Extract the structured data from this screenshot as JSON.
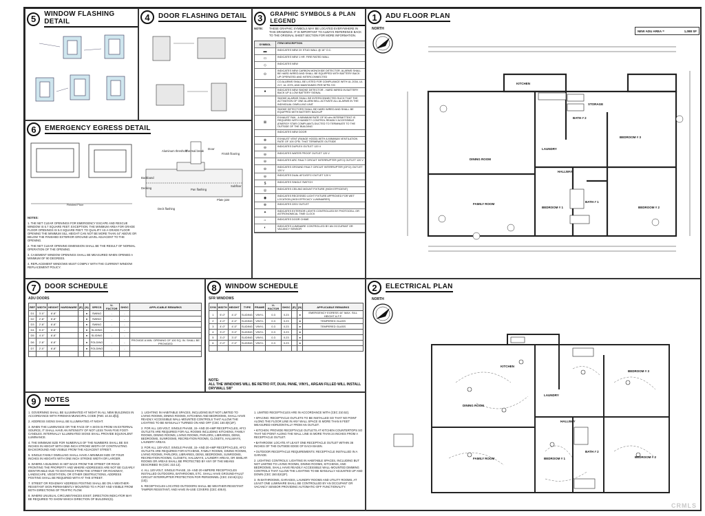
{
  "panels": {
    "p5": {
      "num": "5",
      "title": "WINDOW FLASHING DETAIL"
    },
    "p4": {
      "num": "4",
      "title": "DOOR FLASHING DETAIL"
    },
    "p3": {
      "num": "3",
      "title": "GRAPHIC SYMBOLS & PLAN LEGEND"
    },
    "p1": {
      "num": "1",
      "title": "ADU FLOOR PLAN"
    },
    "p6": {
      "num": "6",
      "title": "EMERGENCY EGRESS DETAIL"
    },
    "p7": {
      "num": "7",
      "title": "DOOR SCHEDULE"
    },
    "p8": {
      "num": "8",
      "title": "WINDOW SCHEDULE"
    },
    "p2": {
      "num": "2",
      "title": "ELECTRICAL PLAN"
    },
    "p9": {
      "num": "9",
      "title": "NOTES"
    }
  },
  "floor_plan": {
    "north": "NORTH",
    "area_label": "NEW ADU AREA =",
    "area_value": "1,088 SF",
    "rooms": {
      "dining": "DINING ROOM",
      "family": "FAMILY ROOM",
      "bed1": "BEDROOM # 1",
      "bed2": "BEDROOM # 2",
      "bed3": "BEDROOM # 3",
      "bath1": "BATH # 1",
      "bath2": "BATH # 2",
      "hallway": "HALLWAY",
      "kitchen": "KITCHEN",
      "storage": "STORAGE",
      "laundry": "LAUNDRY"
    }
  },
  "electrical_plan": {
    "north": "NORTH",
    "rooms": {
      "dining": "DINING ROOM",
      "family": "FAMILY ROOM",
      "bed1": "BEDROOM # 1",
      "bed2": "BEDROOM # 2",
      "bed3": "BEDROOM # 3",
      "kitchen": "KITCHEN",
      "laundry": "LAUNDRY",
      "hallway": "HALLWAY",
      "bath2": "BATH # 2"
    }
  },
  "egress": {
    "aluminum_threshold": "Aluminum threshold",
    "thermal_break": "Thermal break",
    "door": "Door",
    "finish_flooring": "Finish flooring",
    "backband": "Backband",
    "decking": "Decking",
    "pan_flashing": "Pan flashing",
    "subfloor": "Subfloor",
    "deck_flashing": "Deck flashing",
    "plate_joist": "Plate joist",
    "finished_floor": "Finished Floor"
  },
  "legend": {
    "note_label": "NOTE:",
    "note_text": "THESE GRAPHIC SYMBOLS MAY BE LOCATED EVERYWHERE IN THIS DRAWINGS. IT IS IMPORTANT TO ALWAYS REFERENCE BACK TO THE ORIGINAL SHEET SECTION FOR MORE INFORMATION.",
    "col_symbol": "SYMBOL",
    "col_desc": "ITEM DESCRIPTION",
    "items": [
      {
        "sym": "▬",
        "text": "INDICATES NEW 2X STUD WALL @ 16\" O.C."
      },
      {
        "sym": "▭",
        "text": "INDICATES NEW 1 HR. FIRE RATED WALL"
      },
      {
        "sym": "◇",
        "text": "INDICATES NEW"
      },
      {
        "sym": "⊙",
        "text": "INDICATES NEW CARBON MONOXIDE DETECTOR. ALARMS SHALL BE HARD WIRED AND SHALL BE EQUIPPED WITH BATTERY BACK UP OPERATED AND INTERCONNECTED"
      },
      {
        "sym": "",
        "text": "CO ALARMS SHALL BE LISTED FOR COMPLIANCE WITH UL 2034, UL 217, UL 2075, AND MAINTAINED PER NFPA 720"
      },
      {
        "sym": "●",
        "text": "INDICATES NEW SMOKE DETECTOR - HARD WIRED IN BATTERY BACK UP & LOW BATTERY SIGNAL"
      },
      {
        "sym": "",
        "text": "SMOKE ALARMS SHALL BE INTERCONNECTED SUCH THAT THE ACTIVATION OF ONE ALARM WILL ACTIVATE ALL ALARMS IN THE INDIVIDUAL DWELLING UNIT"
      },
      {
        "sym": "",
        "text": "SMOKE DETECTORS SHALL BE HARD WIRED AND SHALL BE EQUIPPED WITH BATTERY BACKUP"
      },
      {
        "sym": "⊠",
        "text": "EXHAUST FAN - A MINIMUM RATE OF 50 cfm INTERMITTENT IS REQUIRED WITH HUMIDITY CONTROL READILY ACCESSIBLE (ENERGY STAR COMPLIANT) DUCTED TO TERMINATE TO THE OUTSIDE OF THE BUILDING"
      },
      {
        "sym": "",
        "text": "INDICATES NEW DOOR"
      },
      {
        "sym": "⊗",
        "text": "EXHAUST VENT (RANGE HOOD) WITH A MINIMUM VENTILATION RATE OF 100 CFM. THAT TERMINATE OUTSIDE"
      },
      {
        "sym": "⊖",
        "text": "INDICATES DUPLEX OUTLET 120 V"
      },
      {
        "sym": "⊖",
        "text": "INDICATES WATER PROOF OUTLET 120 V"
      },
      {
        "sym": "⊖",
        "text": "INDICATES ARC FAULT CIRCUIT INTERRUPTER (AFCI) OUTLET 120 V"
      },
      {
        "sym": "⊖",
        "text": "INDICATES GROUND FAULT CIRCUIT INTERRUPTER (GFCI) OUTLET 120 V"
      },
      {
        "sym": "⊖",
        "text": "INDICATES DUAL AFCI/GFCI OUTLET 120 V"
      },
      {
        "sym": "$",
        "text": "INDICATES SINGLE SWITCH"
      },
      {
        "sym": "◎",
        "text": "INDICATES CEILING MOUNT FIXTURE (HIGH EFFICIENT)"
      },
      {
        "sym": "◉",
        "text": "INDICATES RECESSED LIGHT FIXTURE APPROVED FOR WET LOCATION (HIGH EFFICACY LUMINAIRES)"
      },
      {
        "sym": "⊕",
        "text": "INDICATES 220V OUTLET"
      },
      {
        "sym": "✦",
        "text": "INDICATES EXTERIOR LIGHTS CONTROLLED BY PHOTOCELL OR ASTRONOMICAL TIME CLOCK"
      },
      {
        "sym": "⌂",
        "text": "INDICATES DOOR CHIME"
      },
      {
        "sym": "◐",
        "text": "INDICATES LUMINAIRE CONTROLLED BY AN OCCUPANT OR VACANCY SENSOR"
      }
    ]
  },
  "notes6": {
    "label": "NOTES:",
    "items": [
      "1. THE NET CLEAR OPENINGS FOR EMERGENCY ESCAPE AND RESCUE WINDOW IS 5.7 SQUARE FEET. EXCEPTION: THE MINIMUM AREA FOR GRADE FLOOR OPENINGS IS 5.0 SQUARE FEET. TO QUALIFY AS A GRADE FLOOR OPENING THE MINIMUM SILL HEIGHT CAN NOT BE MORE THAN 44\" ABOVE OR BELOW THE FINISHED EXTERIOR GROUND LEVEL ADJACENT TO THE OPENING.",
      "2. THE NET CLEAR OPENING DIMENSION SHALL BE THE RESULT OF NORMAL OPERATION OF THE OPENING.",
      "3. CASEMENT WINDOW OPENINGS SHALL BE MEASURED WHEN OPENED A MINIMUM OF 90 DEGREES.",
      "4. REPLACEMENT WINDOWS MUST COMPLY WITH THE CURRENT WINDOW REPLACEMENT POLICY."
    ]
  },
  "door_schedule": {
    "subtitle": "ADU DOORS",
    "headers": [
      "REF",
      "WIDTH",
      "HEIGHT",
      "HARDWARE",
      "(E)",
      "(N)",
      "SPECS",
      "U-FACTOR",
      "SHGC",
      "APPLICABLE REMARKS"
    ],
    "group_size": "SIZE",
    "group_new": "NEW / EXISTING",
    "rows": [
      [
        "D1",
        "3'-0\"",
        "6'-8\"",
        "",
        "",
        "●",
        "SWING",
        "-",
        "-",
        ""
      ],
      [
        "D2",
        "2'-8\"",
        "6'-8\"",
        "",
        "",
        "●",
        "SWING",
        "-",
        "-",
        ""
      ],
      [
        "D3",
        "2'-8\"",
        "6'-8\"",
        "",
        "",
        "●",
        "SWING",
        "-",
        "-",
        ""
      ],
      [
        "D4",
        "5'-0\"",
        "6'-8\"",
        "",
        "",
        "●",
        "SLIDING",
        "-",
        "-",
        ""
      ],
      [
        "D5",
        "4'-0\"",
        "6'-8\"",
        "",
        "",
        "●",
        "SLIDING",
        "-",
        "-",
        ""
      ],
      [
        "D6",
        "2'-8\"",
        "6'-8\"",
        "",
        "",
        "●",
        "FOLDING",
        "-",
        "-",
        "PROVIDE A MIN. OPENING OF 100 SQ. IN. SHALL BE PROVIDED"
      ],
      [
        "D7",
        "2'-0\"",
        "6'-8\"",
        "",
        "",
        "●",
        "FOLDING",
        "-",
        "-",
        ""
      ]
    ]
  },
  "window_schedule": {
    "subtitle": "SFR WINDOWS",
    "headers": [
      "SYM",
      "WIDTH",
      "HEIGHT",
      "TYPE",
      "FRAME",
      "U-FACTOR",
      "SHGC",
      "(E)",
      "(N)",
      "APPLICABLE REMARKS"
    ],
    "group_size": "SIZE",
    "group_new": "NEW / EXISTING",
    "rows": [
      [
        "1",
        "5'-0\"",
        "4'-0\"",
        "SLIDING",
        "VINYL",
        "0.3",
        "0.23",
        "",
        "●",
        "EMERGENCY EGRESS 44\" MAX. SILL HEIGHT A.F.F."
      ],
      [
        "2",
        "4'-0\"",
        "4'-0\"",
        "SLIDING",
        "VINYL",
        "0.3",
        "0.23",
        "",
        "●",
        "TEMPERED GLASS"
      ],
      [
        "3",
        "4'-0\"",
        "4'-0\"",
        "SLIDING",
        "VINYL",
        "0.3",
        "0.23",
        "",
        "●",
        "TEMPERED GLASS"
      ],
      [
        "4",
        "3'-0\"",
        "3'-0\"",
        "SLIDING",
        "VINYL",
        "0.3",
        "0.23",
        "",
        "●",
        ""
      ],
      [
        "5",
        "3'-0\"",
        "3'-0\"",
        "SLIDING",
        "VINYL",
        "0.3",
        "0.23",
        "",
        "●",
        ""
      ],
      [
        "6",
        "2'-0\"",
        "2'-0\"",
        "SLIDING",
        "VINYL",
        "0.3",
        "0.23",
        "",
        "●",
        ""
      ]
    ],
    "note_label": "NOTE:",
    "note": "ALL THE WINDOWS WILL BE RETRO FIT, DUAL PANE, VINYL, ARGAN FILLED WILL INSTALL DRYWALL 5/8\""
  },
  "notes9": {
    "col1": [
      "1. GOVERNING SHALL BE ILLUMINATED AT NIGHT IN ALL NEW BUILDINGS IN ACCORDANCE WITH FIREMAN MUNICIPAL CODE (FMC 10.32.2[b]).",
      "2. ADDRESS SIGNS SHALL BE ILLUMINATED AT NIGHT.",
      "3. WHEN THE LUMINANCE OR THE FACE OF A SIGN IS FROM AN EXTERNAL SOURCE, IT SHALL HAVE AN INTENSITY OF NOT LESS THAN FIVE FOOT-CANDLES. INTERNALLY ILLUMINATED SIGNS SHALL PROVIDE EQUIVALENT LUMINANCE.",
      "4. THE MINIMUM SIZE FOR NUMERALS OF THE NUMBERS SHALL BE SIX INCHES IN HEIGHT WITH ONE-INCH STROKE WIDTH OF CONTRASTING BACKGROUND AND VISIBLE FROM THE ADJACENT STREET.",
      "5. SINGLE FAMILY DWELLING SHALL HAVE A MINIMUM SIZE OF FOUR INCHES IN HEIGHTS WITH ONE INCH STROKE WIDTH OR LARGER.",
      "6. WHERE A BUILDING IS SET BACK FROM THE STREET OR ROAD FRONTING THE PROPERTY AND WHERE ADDRESSES ARE NOT BE CLEARLY IDENTIFIABLE DUE TO DISTANCE FROM THE STREET OR ROADWAY, LANDSCAPE, VEGETATION, OR OTHER OBSTRUCTIONS, ADDRESS POSTING SHALL BE REQUIRED WITH AT THE STREET.",
      "7. STREET OR ROADWAY ADDRESS POSTING SHALL BE ON A WEATHER-RESISTANT SIGN PERMANENTLY MOUNTED TO A POST AND VISIBLE FROM BOTH DIRECTIONS OF TRAFFIC FLOW.",
      "8. WHERE UNUSUAL CIRCUMSTANCES EXIST, DIRECTION INDICATOR MAY BE REQUIRED TO SHOW WHICH DIRECTION OF BUILDING(S)."
    ],
    "col2": [
      "1. LIGHTING IN HABITABLE SPACES, INCLUDING BUT NOT LIMITED TO LIVING ROOMS, DINING ROOMS, KITCHENS AND BEDROOMS, SHALL HAVE READILY ACCESSIBLE WALL-MOUNTED CONTROLS THAT ALLOW THE LIGHTING TO BE MANUALLY TURNED ON AND OFF (CEC 150.0(K)2F).",
      "2. FOR ALL 120-VOLT, SINGLE PHASE, 15- AND 20-AMP RECEPTACLES, AFCI OUTLETS ARE REQUIRED FOR ALL ROOMS INCLUDING KITCHENS, FAMILY ROOMS, DINING ROOMS, LIVING ROOMS, PARLORS, LIBRARIES, DENS, BEDROOMS, SUNROOMS, RECREATION ROOMS, CLOSETS, HALLWAYS, LAUNDRY AREAS.",
      "3. FOR ALL 120-VOLT, SINGLE PHASE, 15- AND 20-AMP RECEPTACLES, AFCI OUTLETS ARE REQUIRED FOR KITCHENS, FAMILY ROOMS, DINING ROOMS, LIVING ROOMS, PARLORS, LIBRARIES, DENS, BEDROOMS, SUNROOMS, RECREATION ROOMS, CLOSETS, HALLWAYS, LAUNDRY AREAS, OR SIMILAR ROOMS OR AREAS SHALL BE PROTECTED BY ANY OF THE MEANS DESCRIBED IN (CEC 210.12).",
      "4. ALL 120-VOLT, SINGLE PHASE, 15- AND 20-AMPERE RECEPTACLES INSTALLED OUTDOORS, BATHROOMS, ETC. SHALL HAVE GROUND-FAULT CIRCUIT INTERRUPTER PROTECTION FOR PERSONNEL (CEC 210.8(A)(1)-(10)).",
      "5. RECEPTACLES LOCATED OUTDOORS SHALL BE WEATHER-RESISTANT TAMPER RESISTANT, AND HAVE IN-USE COVERS (CEC 406.9)."
    ],
    "col3": [
      "1. LIMITED RECEPTACLES ARE IN ACCORDANCE WITH (CEC 210.52).",
      "• SPACING: RECEPTACLE OUTLETS TO BE INSTALLED SO THAT NO POINT ALONG THE FLOOR LINE IN ANY WALL SPACE IS MORE THAN 6 FEET MEASURED HORIZONTALLY FROM AN OUTLET.",
      "• KITCHEN: PROVIDE RECEPTACLE OUTLETS AT KITCHEN COUNTERTOPS SO THAT NO POINT ALONG THE WALL LINE IS MORE THAN 24 INCHES FROM A RECEPTACLE OUTLET.",
      "• BATHROOM: LOCATE AT LEAST ONE RECEPTACLE OUTLET WITHIN 36 INCHES OF THE OUTSIDE EDGE OF EACH BASIN.",
      "• OUTDOOR RECEPTACLE REQUIREMENTS: RECEPTACLE INSTALLED IN A GARAGE.",
      "2. LIGHTING CONTROLS: LIGHTING IN HABITABLE SPACES, INCLUDING BUT NOT LIMITED TO LIVING ROOMS, DINING ROOMS, KITCHENS, AND BEDROOMS, SHALL HAVE READILY ACCESSIBLE WALL-MOUNTED DIMMING CONTROLS THAT ALLOW THE LIGHTING TO BE MANUALLY ADJUSTED UP AND DOWN (CEC 150.0(K)2F).",
      "3. IN BATHROOMS, GARAGES, LAUNDRY ROOMS AND UTILITY ROOMS, AT LEAST ONE LUMINAIRE SHALL BE CONTROLLED BY AN OCCUPANT OR VACANCY SENSOR PROVIDING AUTOMATIC-OFF FUNCTIONALITY."
    ]
  },
  "watermark": "CRMLS"
}
